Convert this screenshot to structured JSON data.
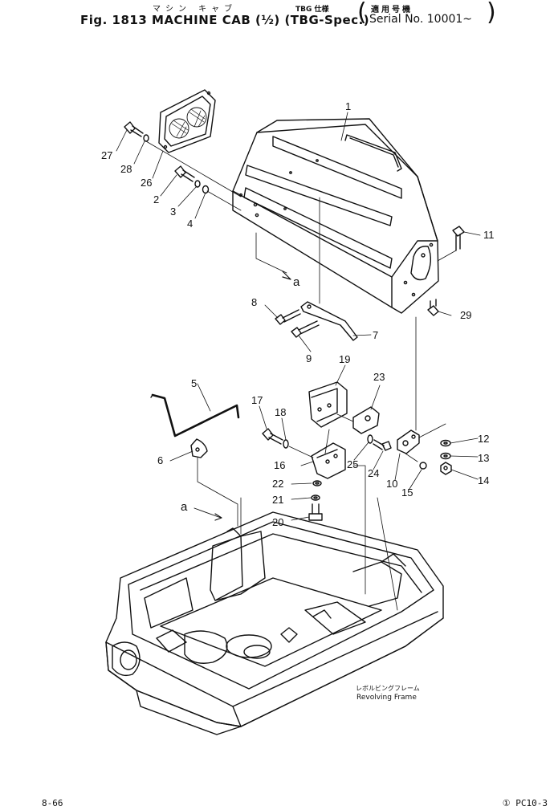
{
  "header": {
    "fig_line": "Fig. 1813  MACHINE CAB (½) (TBG-Spec.)",
    "kana_line": "マシン キャブ",
    "tbg_jp": "TBG 仕様",
    "serial_jp": "適用号機",
    "serial_line": "Serial No. 10001~"
  },
  "callouts": [
    "1",
    "2",
    "3",
    "4",
    "5",
    "6",
    "7",
    "8",
    "9",
    "10",
    "11",
    "12",
    "13",
    "14",
    "15",
    "16",
    "17",
    "18",
    "19",
    "20",
    "21",
    "22",
    "23",
    "24",
    "25",
    "26",
    "27",
    "28",
    "29"
  ],
  "arrow_letter": "a",
  "frame_label_jp": "レボルビングフレーム",
  "frame_label": "Revolving Frame",
  "footer": {
    "page": "8-66",
    "code": "① PC10-3"
  }
}
